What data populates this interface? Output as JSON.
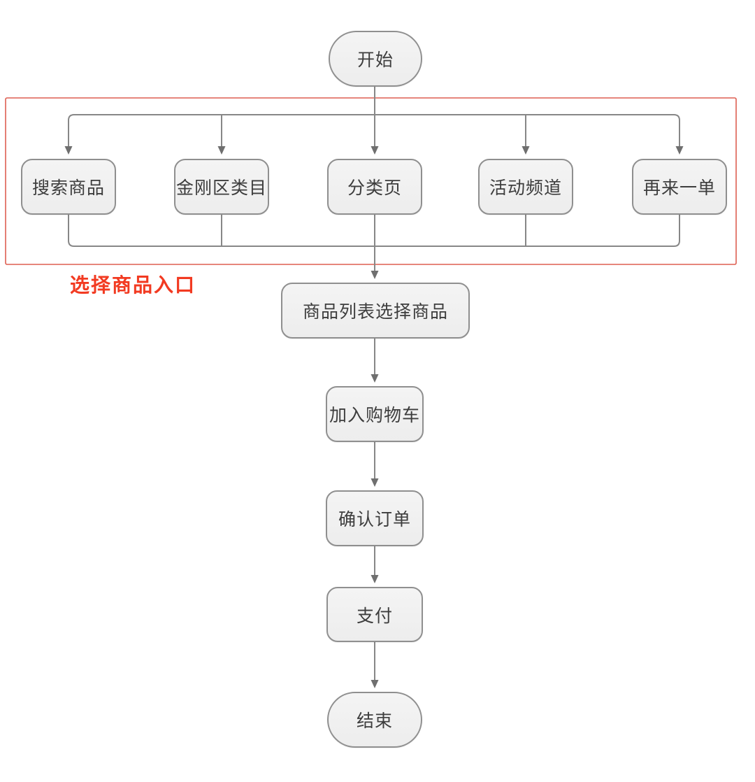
{
  "diagram": {
    "start_label": "开始",
    "entry_group_label": "选择商品入口",
    "entry_nodes": {
      "search": "搜索商品",
      "kingkong": "金刚区类目",
      "category": "分类页",
      "activity": "活动频道",
      "reorder": "再来一单"
    },
    "flow_nodes": {
      "product_list": "商品列表选择商品",
      "add_to_cart": "加入购物车",
      "confirm_order": "确认订单",
      "pay": "支付"
    },
    "end_label": "结束",
    "colors": {
      "group_outline": "#dd5f51",
      "group_label": "#f23a21",
      "node_border": "#8f8f8f",
      "node_fill": "#ededed",
      "connector": "#878787",
      "arrowhead": "#6f6f6f",
      "background": "#ffffff",
      "node_text": "#3d3d3d"
    }
  }
}
